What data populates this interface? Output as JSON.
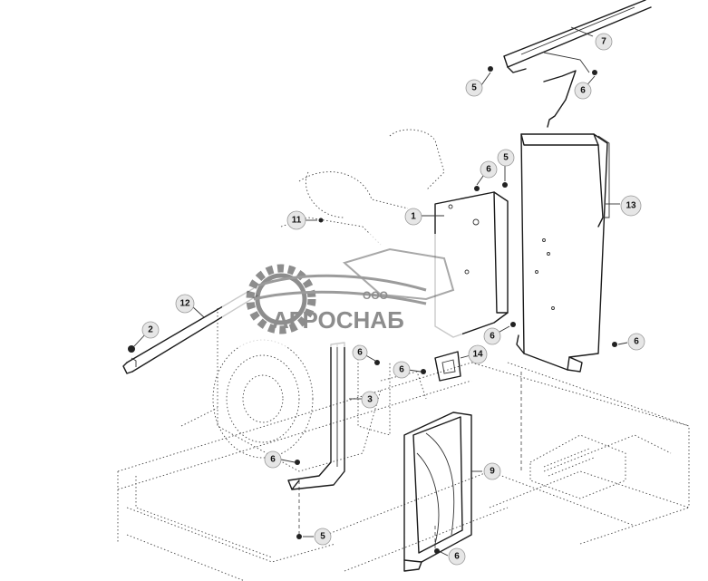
{
  "diagram": {
    "callouts": [
      {
        "id": "c-7",
        "label": "7"
      },
      {
        "id": "c-5a",
        "label": "5"
      },
      {
        "id": "c-6a",
        "label": "6"
      },
      {
        "id": "c-13",
        "label": "13"
      },
      {
        "id": "c-6b",
        "label": "6"
      },
      {
        "id": "c-5b",
        "label": "5"
      },
      {
        "id": "c-1",
        "label": "1"
      },
      {
        "id": "c-11",
        "label": "11"
      },
      {
        "id": "c-12",
        "label": "12"
      },
      {
        "id": "c-2",
        "label": "2"
      },
      {
        "id": "c-6c",
        "label": "6"
      },
      {
        "id": "c-6d",
        "label": "6"
      },
      {
        "id": "c-14",
        "label": "14"
      },
      {
        "id": "c-6e",
        "label": "6"
      },
      {
        "id": "c-6f",
        "label": "6"
      },
      {
        "id": "c-3",
        "label": "3"
      },
      {
        "id": "c-9",
        "label": "9"
      },
      {
        "id": "c-6g",
        "label": "6"
      },
      {
        "id": "c-5c",
        "label": "5"
      },
      {
        "id": "c-6h",
        "label": "6"
      }
    ]
  },
  "watermark": {
    "prefix": "ООО",
    "name": "АГРОСНАБ"
  },
  "colors": {
    "line": "#1a1a1a",
    "callout_fill": "#e6e6e6",
    "watermark": "#7a7a7a"
  }
}
